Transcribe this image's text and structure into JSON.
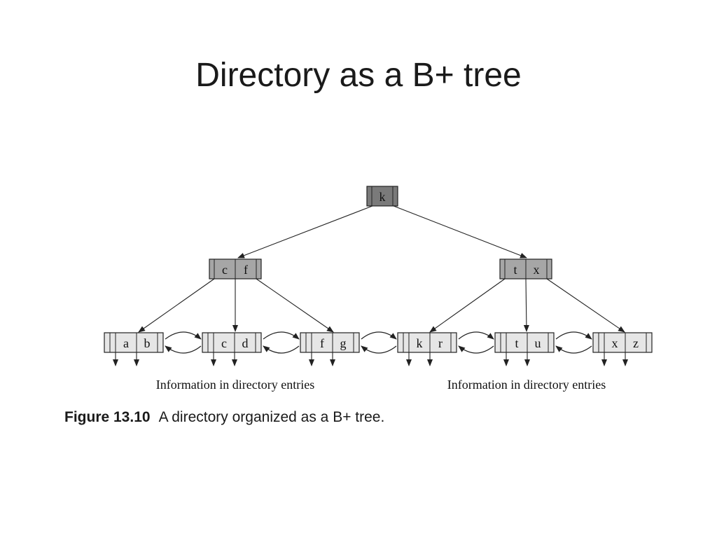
{
  "title": "Directory as a B+ tree",
  "figure": {
    "label": "Figure 13.10",
    "text": "A directory organized as a B+ tree."
  },
  "tree": {
    "root": [
      "k"
    ],
    "internal": [
      [
        "c",
        "f"
      ],
      [
        "t",
        "x"
      ]
    ],
    "leaves": [
      [
        "a",
        "b"
      ],
      [
        "c",
        "d"
      ],
      [
        "f",
        "g"
      ],
      [
        "k",
        "r"
      ],
      [
        "t",
        "u"
      ],
      [
        "x",
        "z"
      ]
    ]
  },
  "info_labels": [
    "Information in directory entries",
    "Information in directory entries"
  ],
  "colors": {
    "root_fill": "#7a7a7a",
    "internal_fill": "#a6a6a6",
    "leaf_fill": "#e6e6e6",
    "line": "#222222"
  }
}
